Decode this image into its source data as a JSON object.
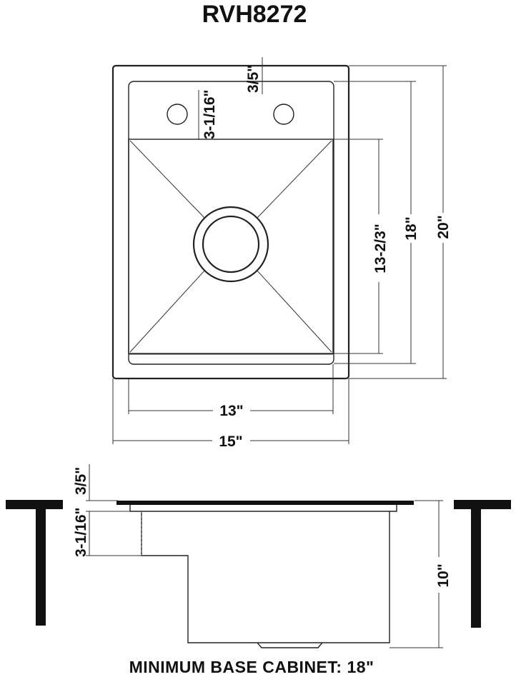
{
  "model": "RVH8272",
  "top_view": {
    "overall_width": "15\"",
    "basin_width": "13\"",
    "overall_depth": "20\"",
    "basin_outer_depth": "18\"",
    "basin_inner_depth": "13-2/3\"",
    "rim_offset": "3/5\"",
    "deck_depth": "3-1/16\""
  },
  "side_view": {
    "flange_thickness": "3/5\"",
    "shelf_height": "3-1/16\"",
    "bowl_depth": "10\""
  },
  "footer": "MINIMUM BASE CABINET: 18\""
}
